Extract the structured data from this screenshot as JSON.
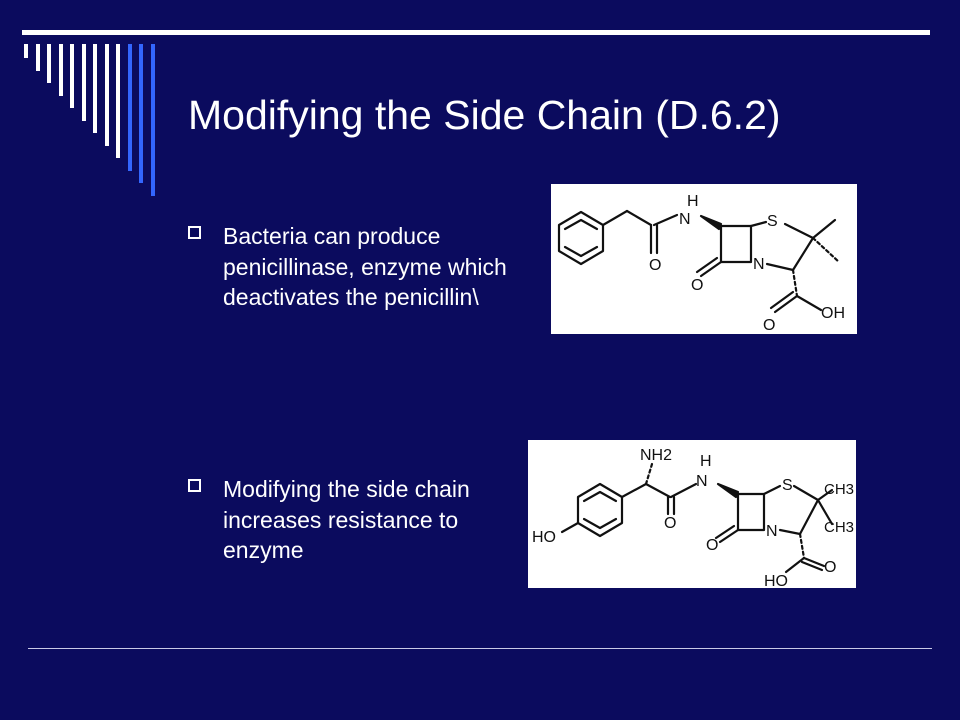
{
  "slide": {
    "title": "Modifying the Side Chain (D.6.2)",
    "bullets": [
      {
        "text": "Bacteria can produce penicillinase, enzyme which deactivates the penicillin\\"
      },
      {
        "text": "Modifying the side chain increases resistance to enzyme"
      }
    ],
    "colors": {
      "background": "#0b0b5e",
      "accent": "#3366ff",
      "text": "#ffffff"
    },
    "structure_1": {
      "atoms": {
        "nh": "H",
        "n_amide": "N",
        "s": "S",
        "n_ring": "N",
        "o_amide": "O",
        "o_lactam": "O",
        "o_acid": "O",
        "oh": "OH"
      }
    },
    "structure_2": {
      "atoms": {
        "nh2": "NH2",
        "nh_h": "H",
        "nh_n": "N",
        "s": "S",
        "n_ring": "N",
        "ch3_top": "CH3",
        "ch3_bottom": "CH3",
        "ho_phenol": "HO",
        "o_amide": "O",
        "o_lactam": "O",
        "o_acid": "O",
        "ho_acid": "HO"
      }
    }
  }
}
